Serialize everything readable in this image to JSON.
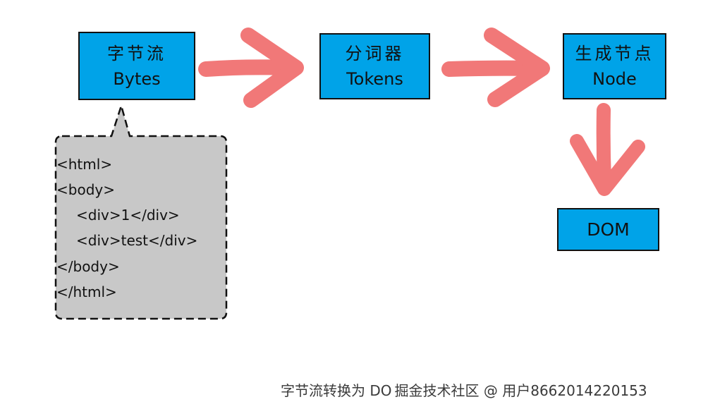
{
  "nodes": {
    "bytes": {
      "cn": "字节流",
      "en": "Bytes"
    },
    "tokens": {
      "cn": "分词器",
      "en": "Tokens"
    },
    "node": {
      "cn": "生成节点",
      "en": "Node"
    },
    "dom": {
      "en": "DOM"
    }
  },
  "html_snippet": [
    "<html>",
    "<body>",
    "<div>1</div>",
    "<div>test</div>",
    "</body>",
    "</html>"
  ],
  "footer": {
    "caption": "字节流转换为 DO",
    "watermark": "掘金技术社区 @ 用户8662014220153"
  },
  "colors": {
    "box_fill": "#00a3e8",
    "arrow": "#f17878",
    "callout_fill": "#c8c8c8"
  }
}
